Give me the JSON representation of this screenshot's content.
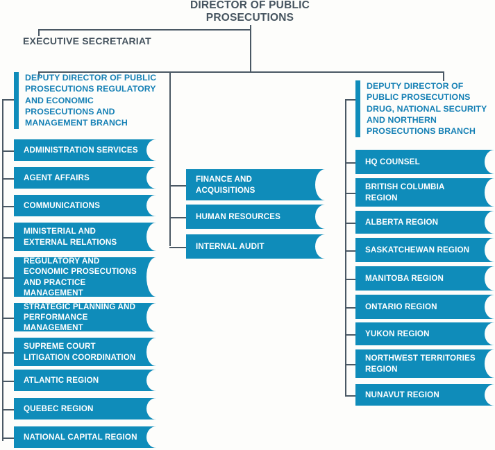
{
  "chart_title": "Director of Public Prosecutions organizational chart",
  "colors": {
    "background": "#fdfdfb",
    "box_fill": "#0f8cba",
    "box_text": "#ffffff",
    "branch_heading_text": "#1580b5",
    "plain_heading_text": "#46545f",
    "connector_line": "#4a5864"
  },
  "root": {
    "label": "DIRECTOR OF PUBLIC PROSECUTIONS"
  },
  "executive_secretariat": {
    "label": "EXECUTIVE SECRETARIAT"
  },
  "branches": {
    "left": {
      "heading": "DEPUTY DIRECTOR OF PUBLIC PROSECUTIONS REGULATORY AND ECONOMIC PROSECUTIONS AND MANAGEMENT BRANCH",
      "units": [
        {
          "label": "ADMINISTRATION SERVICES"
        },
        {
          "label": "AGENT AFFAIRS"
        },
        {
          "label": "COMMUNICATIONS"
        },
        {
          "label": "MINISTERIAL AND EXTERNAL RELATIONS"
        },
        {
          "label": "REGULATORY AND ECONOMIC PROSECUTIONS AND PRACTICE MANAGEMENT"
        },
        {
          "label": "STRATEGIC PLANNING AND PERFORMANCE MANAGEMENT"
        },
        {
          "label": "SUPREME COURT LITIGATION COORDINATION"
        },
        {
          "label": "ATLANTIC REGION"
        },
        {
          "label": "QUEBEC REGION"
        },
        {
          "label": "NATIONAL CAPITAL REGION"
        }
      ]
    },
    "center": {
      "heading": "",
      "units": [
        {
          "label": "FINANCE AND ACQUISITIONS"
        },
        {
          "label": "HUMAN RESOURCES"
        },
        {
          "label": "INTERNAL AUDIT"
        }
      ]
    },
    "right": {
      "heading": "DEPUTY DIRECTOR OF PUBLIC PROSECUTIONS DRUG, NATIONAL SECURITY AND NORTHERN PROSECUTIONS BRANCH",
      "units": [
        {
          "label": "HQ COUNSEL"
        },
        {
          "label": "BRITISH COLUMBIA REGION"
        },
        {
          "label": "ALBERTA REGION"
        },
        {
          "label": "SASKATCHEWAN REGION"
        },
        {
          "label": "MANITOBA REGION"
        },
        {
          "label": "ONTARIO REGION"
        },
        {
          "label": "YUKON REGION"
        },
        {
          "label": "NORTHWEST TERRITORIES REGION"
        },
        {
          "label": "NUNAVUT REGION"
        }
      ]
    }
  }
}
